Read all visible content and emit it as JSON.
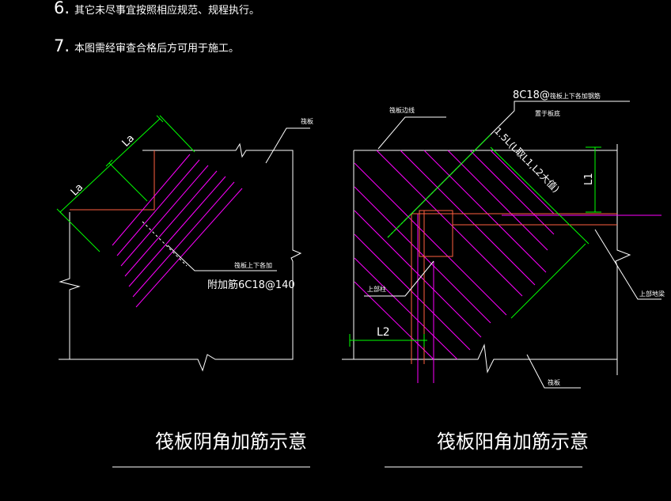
{
  "notes": [
    {
      "num": "6.",
      "text": "其它未尽事宜按照相应规范、规程执行。"
    },
    {
      "num": "7.",
      "text": "本图需经审查合格后方可用于施工。"
    }
  ],
  "left_diagram": {
    "title": "筏板阴角加筋示意",
    "dim_la_upper": "La",
    "dim_la_lower": "La",
    "label_top": "筏板",
    "label_rebar_pos": "筏板上下各加",
    "label_rebar": "附加筋6C18@140"
  },
  "right_diagram": {
    "title": "筏板阳角加筋示意",
    "label_edge": "筏板边线",
    "label_rebar": "8C18@",
    "label_rebar_suffix": "筏板上下各加钢筋",
    "label_rebar_line2": "置于板底",
    "label_length": "1.5L(L取L1,L2大值)",
    "dim_l1": "L1",
    "dim_l2": "L2",
    "label_column": "上部柱",
    "label_beam": "上部地梁",
    "label_slab": "筏板"
  },
  "colors": {
    "background": "#000000",
    "line": "#ffffff",
    "rebar": "#ff00ff",
    "dimension": "#00ff00",
    "column": "#ff6040"
  }
}
